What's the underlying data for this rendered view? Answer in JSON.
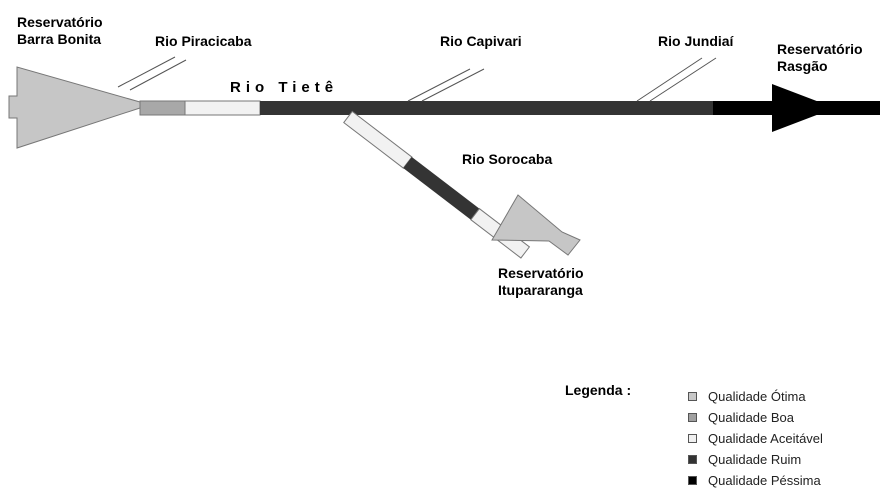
{
  "labels": {
    "res_barra_bonita": [
      "Reservatório",
      "Barra Bonita"
    ],
    "rio_piracicaba": "Rio Piracicaba",
    "rio_tiete": "Rio Tietê",
    "rio_capivari": "Rio Capivari",
    "rio_jundiai": "Rio Jundiaí",
    "res_rasgao": [
      "Reservatório",
      "Rasgão"
    ],
    "rio_sorocaba": "Rio Sorocaba",
    "res_itupararanga": [
      "Reservatório",
      "Itupararanga"
    ]
  },
  "legend": {
    "title": "Legenda :",
    "items": [
      {
        "label": "Qualidade Ótima",
        "color": "#c8c8c8"
      },
      {
        "label": "Qualidade Boa",
        "color": "#a0a0a0"
      },
      {
        "label": "Qualidade Aceitável",
        "color": "#f0f0f0"
      },
      {
        "label": "Qualidade Ruim",
        "color": "#333333"
      },
      {
        "label": "Qualidade Péssima",
        "color": "#000000"
      }
    ]
  },
  "colors": {
    "reservoir": "#c6c6c6",
    "boa": "#a8a8a8",
    "aceitavel": "#f2f2f2",
    "ruim": "#343434",
    "pessima": "#000000",
    "outline": "#777777"
  }
}
